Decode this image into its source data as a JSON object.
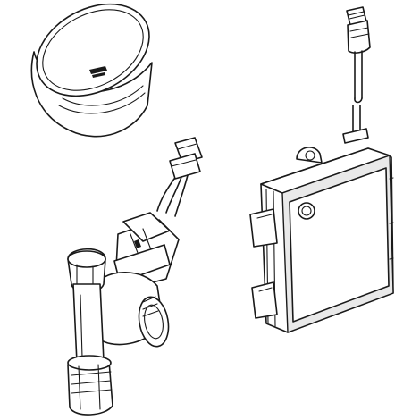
{
  "figure": {
    "background": "#ffffff",
    "line_color": "#1a1a1a",
    "components": [
      {
        "id": "sensor-cover",
        "icon": "round-sensor-cap-icon"
      },
      {
        "id": "connector-cable",
        "icon": "plug-connector-icon"
      },
      {
        "id": "control-box",
        "icon": "electronics-housing-icon"
      },
      {
        "id": "solenoid-valve",
        "icon": "solenoid-valve-icon"
      }
    ]
  }
}
